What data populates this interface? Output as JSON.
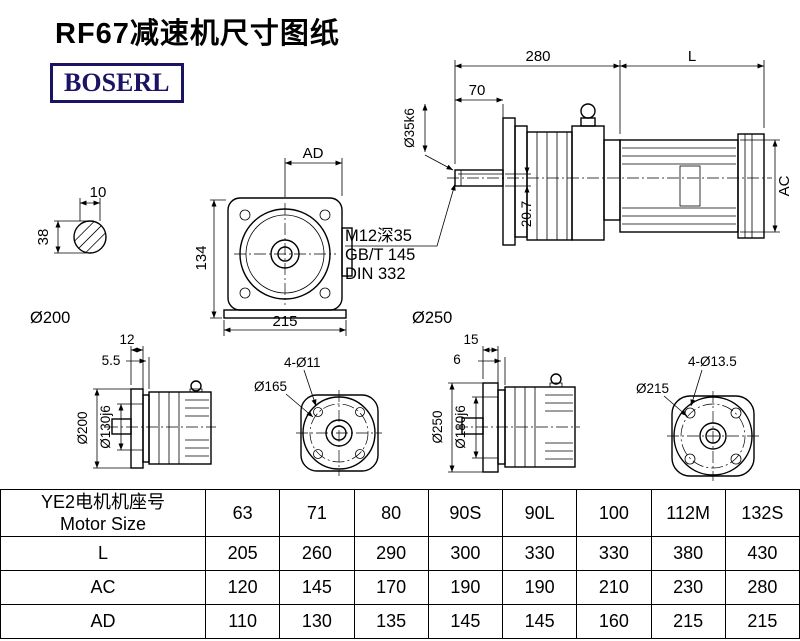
{
  "title": "RF67减速机尺寸图纸",
  "logo": "BOSERL",
  "views": {
    "shaft_section": {
      "dim_width": "10",
      "dim_height": "38"
    },
    "front_view": {
      "dim_ad": "AD",
      "dim_height": "134",
      "dim_width": "215",
      "label_diameter": "Ø200"
    },
    "side_view": {
      "dim_length": "280",
      "dim_l": "L",
      "dim_shaft_len": "70",
      "label_shaft": "Ø35k6",
      "dim_key": "20.7",
      "dim_ac": "AC",
      "note_line1": "M12深35",
      "note_line2": "GB/T 145",
      "note_line3": "DIN 332",
      "label_diameter": "Ø250"
    },
    "flange_side_small": {
      "dim_flange": "12",
      "dim_gap": "5.5",
      "label_outer": "Ø200",
      "label_spigot": "Ø130j6"
    },
    "flange_front_small": {
      "label_holes": "4-Ø11",
      "label_bolt_circle": "Ø165"
    },
    "flange_side_large": {
      "dim_flange": "15",
      "dim_gap": "6",
      "label_outer": "Ø250",
      "label_spigot": "Ø180j6"
    },
    "flange_front_large": {
      "label_holes": "4-Ø13.5",
      "label_bolt_circle": "Ø215"
    }
  },
  "table": {
    "header_cn": "YE2电机机座号",
    "header_en": "Motor Size",
    "columns": [
      "63",
      "71",
      "80",
      "90S",
      "90L",
      "100",
      "112M",
      "132S"
    ],
    "rows": [
      {
        "label": "L",
        "values": [
          "205",
          "260",
          "290",
          "300",
          "330",
          "330",
          "380",
          "430"
        ]
      },
      {
        "label": "AC",
        "values": [
          "120",
          "145",
          "170",
          "190",
          "190",
          "210",
          "230",
          "280"
        ]
      },
      {
        "label": "AD",
        "values": [
          "110",
          "130",
          "135",
          "145",
          "145",
          "160",
          "215",
          "215"
        ]
      }
    ]
  }
}
